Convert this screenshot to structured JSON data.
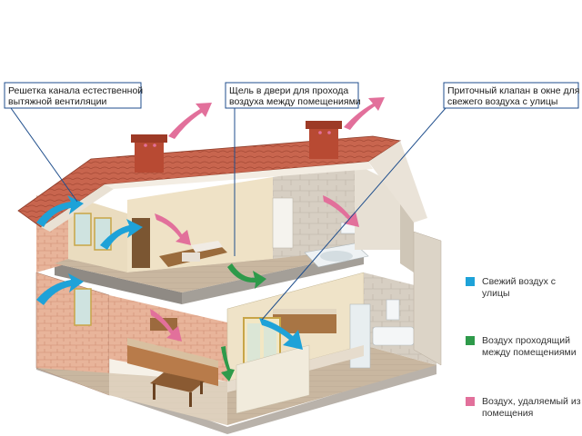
{
  "callouts": {
    "exhaust_grille": {
      "line1": "Решетка канала естественной",
      "line2": "вытяжной вентиляции"
    },
    "door_gap": {
      "line1": "Щель в двери для прохода",
      "line2": "воздуха между помещениями"
    },
    "window_valve": {
      "line1": "Приточный клапан в окне для",
      "line2": "свежего воздуха с улицы"
    }
  },
  "legend": [
    {
      "line1": "Свежий воздух с",
      "line2": "улицы",
      "color": "#1ea2d8"
    },
    {
      "line1": "Воздух проходящий",
      "line2": "между помещениями",
      "color": "#2e9a4a"
    },
    {
      "line1": "Воздух, удаляемый из",
      "line2": "помещения",
      "color": "#e2709b"
    }
  ],
  "colors": {
    "fresh_air": "#1ea2d8",
    "passing_air": "#2e9a4a",
    "exhaust_air": "#e2709b",
    "callout_line": "#1f4e8c",
    "roof": "#c8654e",
    "chimney": "#b84a33",
    "brick_wall": "#e8b49a",
    "stone_wall": "#d7cfc3"
  }
}
